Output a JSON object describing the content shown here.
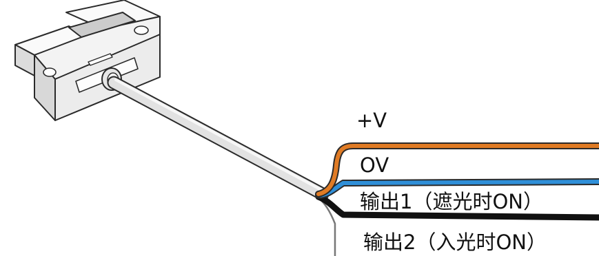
{
  "wires": [
    {
      "id": "vplus",
      "label": "+V",
      "color": "#e07b24"
    },
    {
      "id": "zero_v",
      "label": "OV",
      "color": "#2f8fd8"
    },
    {
      "id": "output1",
      "label": "输出1（遮光时ON）",
      "color": "#111111"
    },
    {
      "id": "output2",
      "label": "输出2（入光时ON）",
      "color": "#777777"
    }
  ],
  "colors": {
    "sensor_body": "#f0f0f0",
    "outline": "#2a2a2a",
    "cable": "#e2e2e2"
  }
}
